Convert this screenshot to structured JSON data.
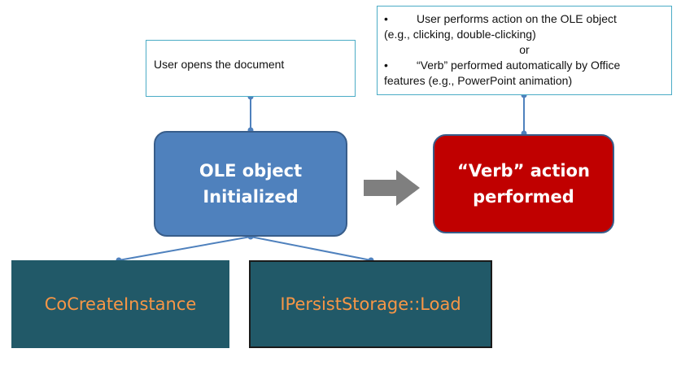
{
  "callouts": {
    "left": {
      "text": "User opens the document"
    },
    "right": {
      "bullet_symbol": "•",
      "bullet_1": "User performs action on the OLE object",
      "bullet_1_cont": "(e.g., clicking, double-clicking)",
      "or": "or",
      "bullet_2": "“Verb” performed automatically by Office",
      "bullet_2_cont": "features (e.g., PowerPoint animation)"
    }
  },
  "nodes": {
    "ole_object": {
      "line1": "OLE object",
      "line2": "Initialized"
    },
    "verb_action": {
      "line1": "“Verb” action",
      "line2": "performed"
    }
  },
  "calls": {
    "cocreate": "CoCreateInstance",
    "load": "IPersistStorage::Load"
  },
  "colors": {
    "connector": "#4f81bd",
    "arrow": "#7f7f7f",
    "callout_border": "#4bacc6",
    "ole_fill": "#4f81bd",
    "verb_fill": "#c00000",
    "call_fill": "#215968",
    "call_text": "#f79646"
  }
}
